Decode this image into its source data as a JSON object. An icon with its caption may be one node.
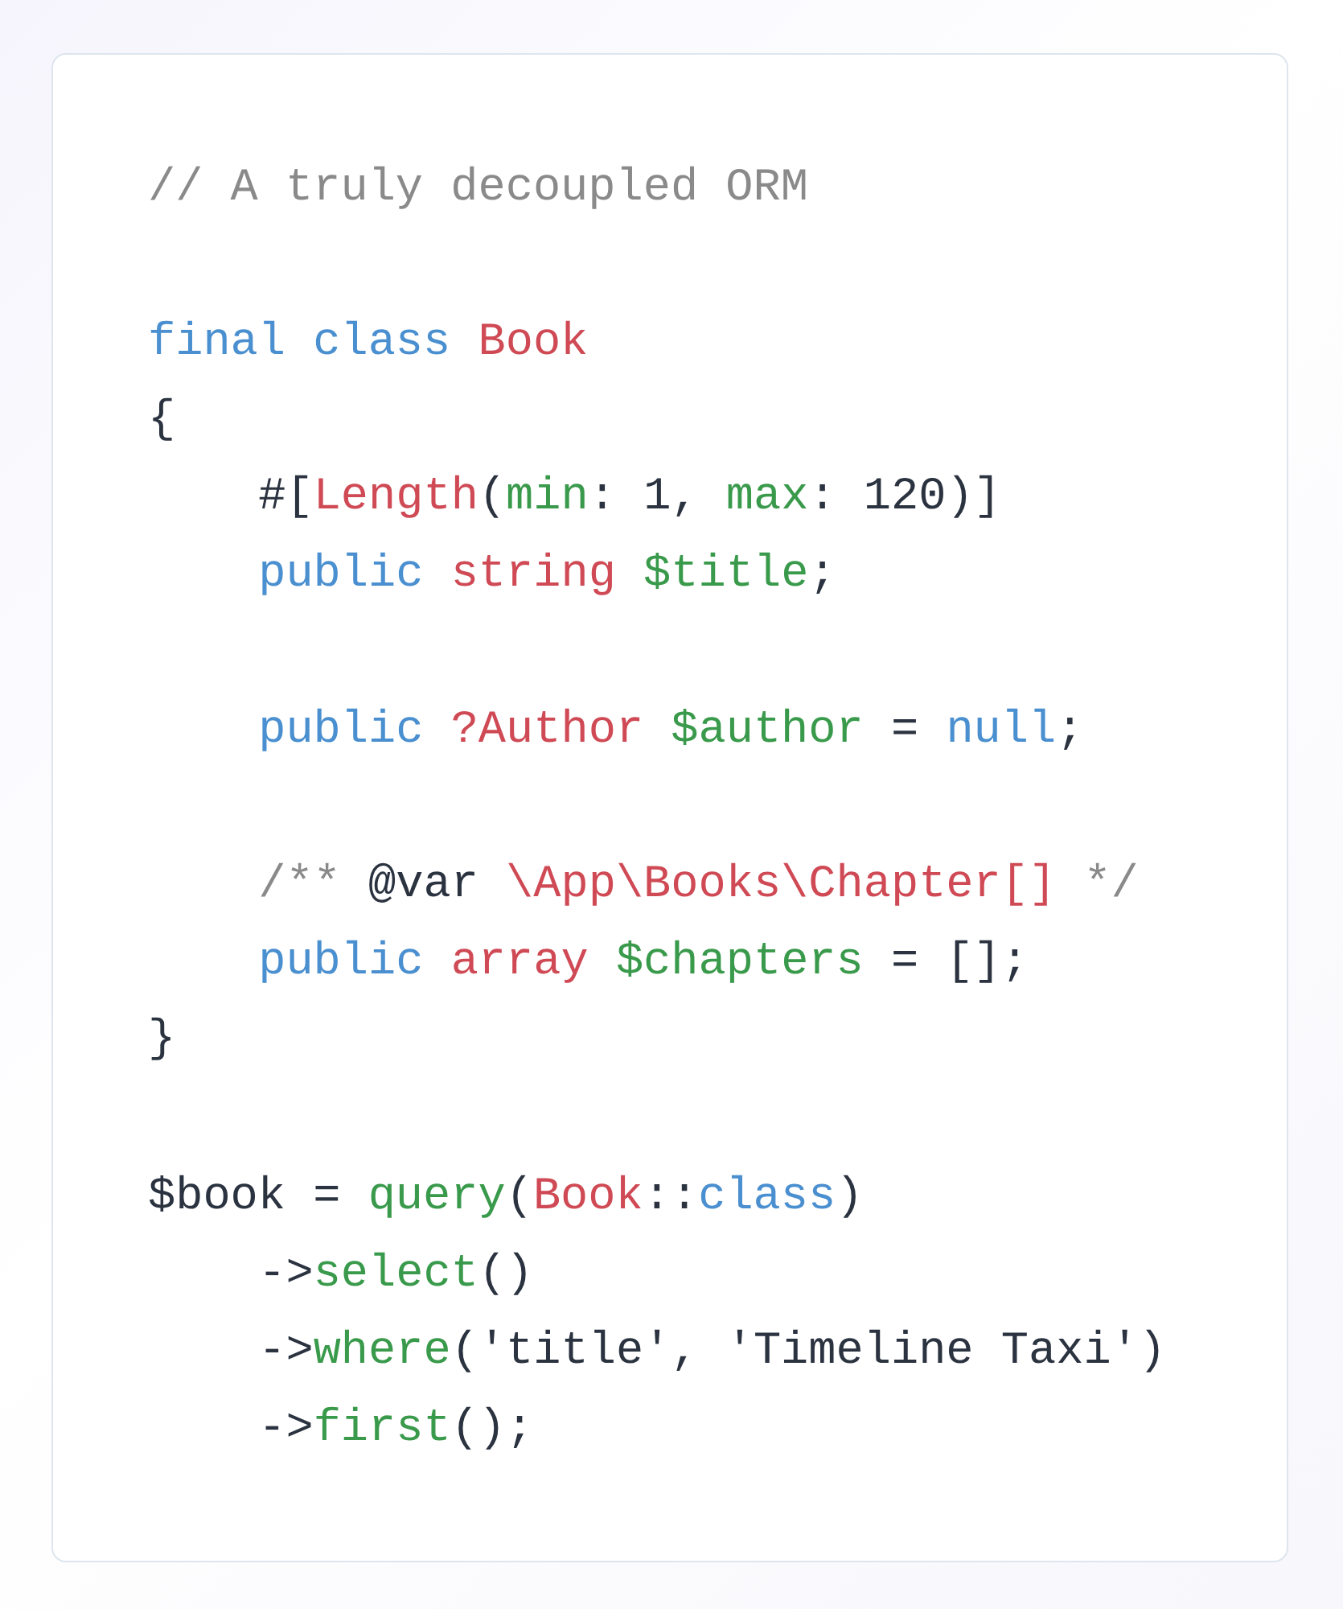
{
  "diagram": {
    "labels": [
      "// A truly decoupled ORM",
      "final class Book",
      "{",
      "#[Length(min: 1, max: 120)]",
      "public string $title;",
      "public ?Author $author = null;",
      "/** @var \\App\\Books\\Chapter[] */",
      "public array $chapters = [];",
      "}",
      "$book = query(Book::class)",
      "->select()",
      "->where('title', 'Timeline Taxi')",
      "->first();"
    ]
  }
}
